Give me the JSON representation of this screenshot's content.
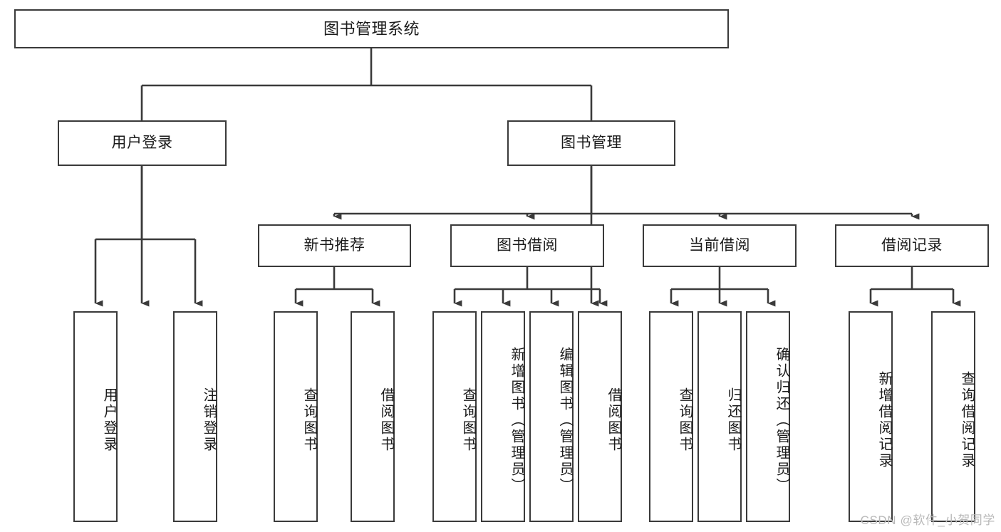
{
  "diagram": {
    "title": "图书管理系统",
    "type": "tree-hierarchy",
    "watermark": "CSDN @软件_小贺同学",
    "colors": {
      "border": "#3a3a3a",
      "background": "#ffffff",
      "text": "#1b1b1b",
      "watermark": "#b9b9b9"
    },
    "nodes": {
      "root": {
        "label": "图书管理系统"
      },
      "level2": [
        {
          "id": "user-login",
          "label": "用户登录"
        },
        {
          "id": "book-management",
          "label": "图书管理"
        }
      ],
      "level3": [
        {
          "id": "new-book-recommend",
          "label": "新书推荐"
        },
        {
          "id": "book-borrow",
          "label": "图书借阅"
        },
        {
          "id": "current-borrow",
          "label": "当前借阅"
        },
        {
          "id": "borrow-record",
          "label": "借阅记录"
        }
      ],
      "leaves": [
        {
          "id": "leaf-user-login",
          "label": "用户登录",
          "parent": "user-login"
        },
        {
          "id": "leaf-logout",
          "label": "注销登录",
          "parent": "user-login"
        },
        {
          "id": "leaf-query-book-1",
          "label": "查询图书",
          "parent": "new-book-recommend"
        },
        {
          "id": "leaf-borrow-book-1",
          "label": "借阅图书",
          "parent": "new-book-recommend"
        },
        {
          "id": "leaf-query-book-2",
          "label": "查询图书",
          "parent": "book-borrow"
        },
        {
          "id": "leaf-add-book",
          "label": "新增图书（管理员）",
          "parent": "book-borrow"
        },
        {
          "id": "leaf-edit-book",
          "label": "编辑图书（管理员）",
          "parent": "book-borrow"
        },
        {
          "id": "leaf-borrow-book-2",
          "label": "借阅图书",
          "parent": "book-borrow"
        },
        {
          "id": "leaf-query-book-3",
          "label": "查询图书",
          "parent": "current-borrow"
        },
        {
          "id": "leaf-return-book",
          "label": "归还图书",
          "parent": "current-borrow"
        },
        {
          "id": "leaf-confirm-return",
          "label": "确认归还（管理员）",
          "parent": "current-borrow"
        },
        {
          "id": "leaf-add-record",
          "label": "新增借阅记录",
          "parent": "borrow-record"
        },
        {
          "id": "leaf-query-record",
          "label": "查询借阅记录",
          "parent": "borrow-record"
        }
      ]
    }
  }
}
